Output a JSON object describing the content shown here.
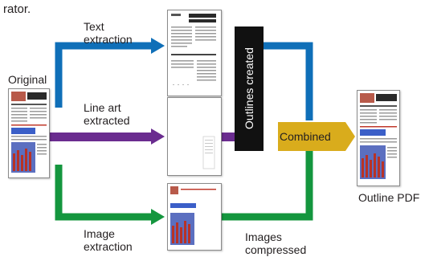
{
  "caption_fragment": "rator.",
  "labels": {
    "original": "Original",
    "text_extraction": "Text\nextraction",
    "line_art": "Line art\nextracted",
    "image_extraction": "Image\nextraction",
    "outlines_created": "Outlines created",
    "combined": "Combined",
    "images_compressed": "Images\ncompressed",
    "outline_pdf": "Outline PDF"
  },
  "colors": {
    "text_path": "#0f6fb8",
    "line_art_path": "#6a2c8f",
    "image_path": "#14963e",
    "outlines_box": "#111111",
    "combined_badge": "#d9ac1c",
    "chart_bars": "#b83226",
    "chart_bg": "#5b6fc0"
  }
}
